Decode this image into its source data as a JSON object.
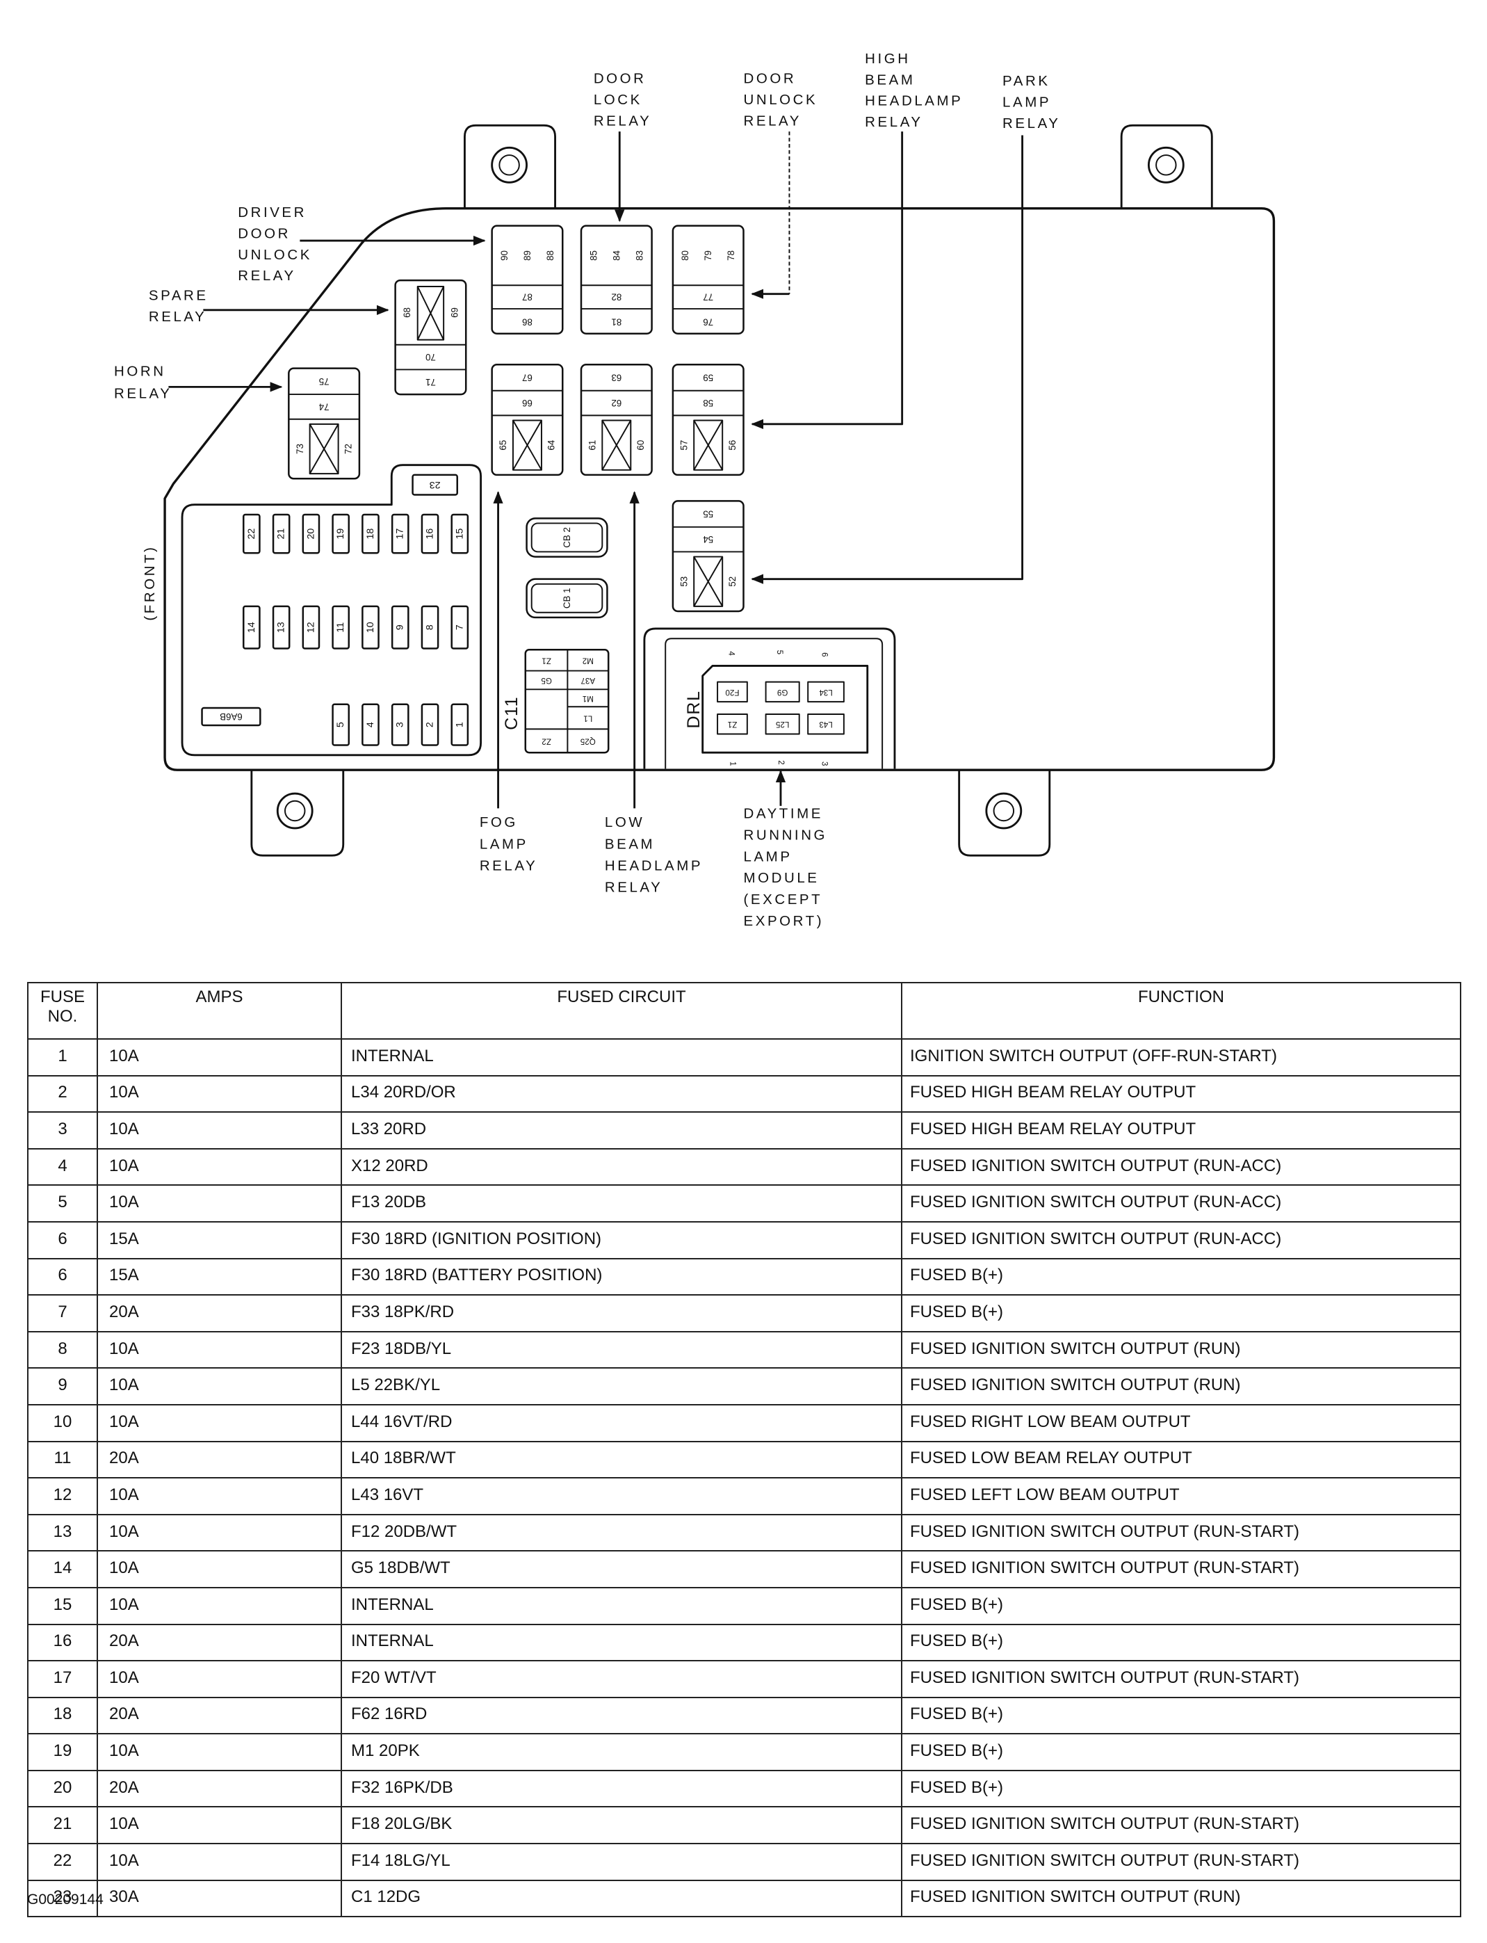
{
  "diagram": {
    "callouts": {
      "door_lock_relay": [
        "DOOR",
        "LOCK",
        "RELAY"
      ],
      "door_unlock_relay": [
        "DOOR",
        "UNLOCK",
        "RELAY"
      ],
      "high_beam_headlamp_relay": [
        "HIGH",
        "BEAM",
        "HEADLAMP",
        "RELAY"
      ],
      "park_lamp_relay": [
        "PARK",
        "LAMP",
        "RELAY"
      ],
      "driver_door_unlock_relay": [
        "DRIVER",
        "DOOR",
        "UNLOCK",
        "RELAY"
      ],
      "spare_relay": [
        "SPARE",
        "RELAY"
      ],
      "horn_relay": [
        "HORN",
        "RELAY"
      ],
      "fog_lamp_relay": [
        "FOG",
        "LAMP",
        "RELAY"
      ],
      "low_beam_headlamp_relay": [
        "LOW",
        "BEAM",
        "HEADLAMP",
        "RELAY"
      ],
      "daytime_running_lamp_module": [
        "DAYTIME",
        "RUNNING",
        "LAMP",
        "MODULE",
        "(EXCEPT",
        "EXPORT)"
      ]
    },
    "front_label": "(FRONT)",
    "relay_pins": {
      "driver_door_unlock": [
        "90",
        "89",
        "88",
        "87",
        "86"
      ],
      "door_lock": [
        "85",
        "84",
        "83",
        "82",
        "81"
      ],
      "door_unlock": [
        "80",
        "79",
        "78",
        "77",
        "76"
      ],
      "spare": [
        "68",
        "69",
        "70",
        "71"
      ],
      "horn": [
        "75",
        "74",
        "73",
        "72"
      ],
      "fog_lamp": [
        "67",
        "66",
        "65",
        "64"
      ],
      "low_beam_headlamp": [
        "63",
        "62",
        "61",
        "60"
      ],
      "high_beam_headlamp": [
        "59",
        "58",
        "57",
        "56"
      ],
      "park_lamp": [
        "55",
        "54",
        "53",
        "52"
      ]
    },
    "fuses": {
      "top_row": [
        "22",
        "21",
        "20",
        "19",
        "18",
        "17",
        "16",
        "15"
      ],
      "middle_row": [
        "14",
        "13",
        "12",
        "11",
        "10",
        "9",
        "8",
        "7"
      ],
      "bottom_row": [
        "5",
        "4",
        "3",
        "2",
        "1"
      ],
      "fuse_23": "23"
    },
    "circuit_breakers": [
      "CB 2",
      "CB 1"
    ],
    "tag_label": "6A6B",
    "c11": {
      "label": "C11",
      "left_cells": [
        "Z1",
        "G5",
        "Z2"
      ],
      "right_cells": [
        "M2",
        "A37",
        "M1",
        "L1",
        "Q25"
      ]
    },
    "drl": {
      "label": "DRL",
      "cells": [
        "F20",
        "G9",
        "L34",
        "Z1",
        "L25",
        "L43"
      ],
      "pins": [
        "4",
        "5",
        "6",
        "1",
        "2",
        "3"
      ]
    }
  },
  "table": {
    "headers": [
      "FUSE NO.",
      "AMPS",
      "FUSED CIRCUIT",
      "FUNCTION"
    ],
    "rows": [
      [
        "1",
        "10A",
        "INTERNAL",
        "IGNITION SWITCH OUTPUT (OFF-RUN-START)"
      ],
      [
        "2",
        "10A",
        "L34 20RD/OR",
        "FUSED HIGH BEAM RELAY OUTPUT"
      ],
      [
        "3",
        "10A",
        "L33 20RD",
        "FUSED HIGH BEAM RELAY OUTPUT"
      ],
      [
        "4",
        "10A",
        "X12 20RD",
        "FUSED IGNITION SWITCH OUTPUT (RUN-ACC)"
      ],
      [
        "5",
        "10A",
        "F13 20DB",
        "FUSED IGNITION SWITCH OUTPUT (RUN-ACC)"
      ],
      [
        "6",
        "15A",
        "F30 18RD (IGNITION POSITION)",
        "FUSED IGNITION SWITCH OUTPUT (RUN-ACC)"
      ],
      [
        "6",
        "15A",
        "F30 18RD (BATTERY POSITION)",
        "FUSED B(+)"
      ],
      [
        "7",
        "20A",
        "F33 18PK/RD",
        "FUSED B(+)"
      ],
      [
        "8",
        "10A",
        "F23 18DB/YL",
        "FUSED IGNITION SWITCH OUTPUT (RUN)"
      ],
      [
        "9",
        "10A",
        "L5 22BK/YL",
        "FUSED IGNITION SWITCH OUTPUT (RUN)"
      ],
      [
        "10",
        "10A",
        "L44 16VT/RD",
        "FUSED RIGHT LOW BEAM OUTPUT"
      ],
      [
        "11",
        "20A",
        "L40 18BR/WT",
        "FUSED LOW BEAM RELAY OUTPUT"
      ],
      [
        "12",
        "10A",
        "L43 16VT",
        "FUSED LEFT LOW BEAM OUTPUT"
      ],
      [
        "13",
        "10A",
        "F12 20DB/WT",
        "FUSED IGNITION SWITCH OUTPUT (RUN-START)"
      ],
      [
        "14",
        "10A",
        "G5 18DB/WT",
        "FUSED IGNITION SWITCH OUTPUT (RUN-START)"
      ],
      [
        "15",
        "10A",
        "INTERNAL",
        "FUSED B(+)"
      ],
      [
        "16",
        "20A",
        "INTERNAL",
        "FUSED B(+)"
      ],
      [
        "17",
        "10A",
        "F20 WT/VT",
        "FUSED IGNITION SWITCH OUTPUT (RUN-START)"
      ],
      [
        "18",
        "20A",
        "F62 16RD",
        "FUSED B(+)"
      ],
      [
        "19",
        "10A",
        "M1 20PK",
        "FUSED B(+)"
      ],
      [
        "20",
        "20A",
        "F32 16PK/DB",
        "FUSED B(+)"
      ],
      [
        "21",
        "10A",
        "F18 20LG/BK",
        "FUSED IGNITION SWITCH OUTPUT (RUN-START)"
      ],
      [
        "22",
        "10A",
        "F14 18LG/YL",
        "FUSED IGNITION SWITCH OUTPUT (RUN-START)"
      ],
      [
        "23",
        "30A",
        "C1 12DG",
        "FUSED IGNITION SWITCH OUTPUT (RUN)"
      ]
    ]
  },
  "footer_code": "G00209144"
}
